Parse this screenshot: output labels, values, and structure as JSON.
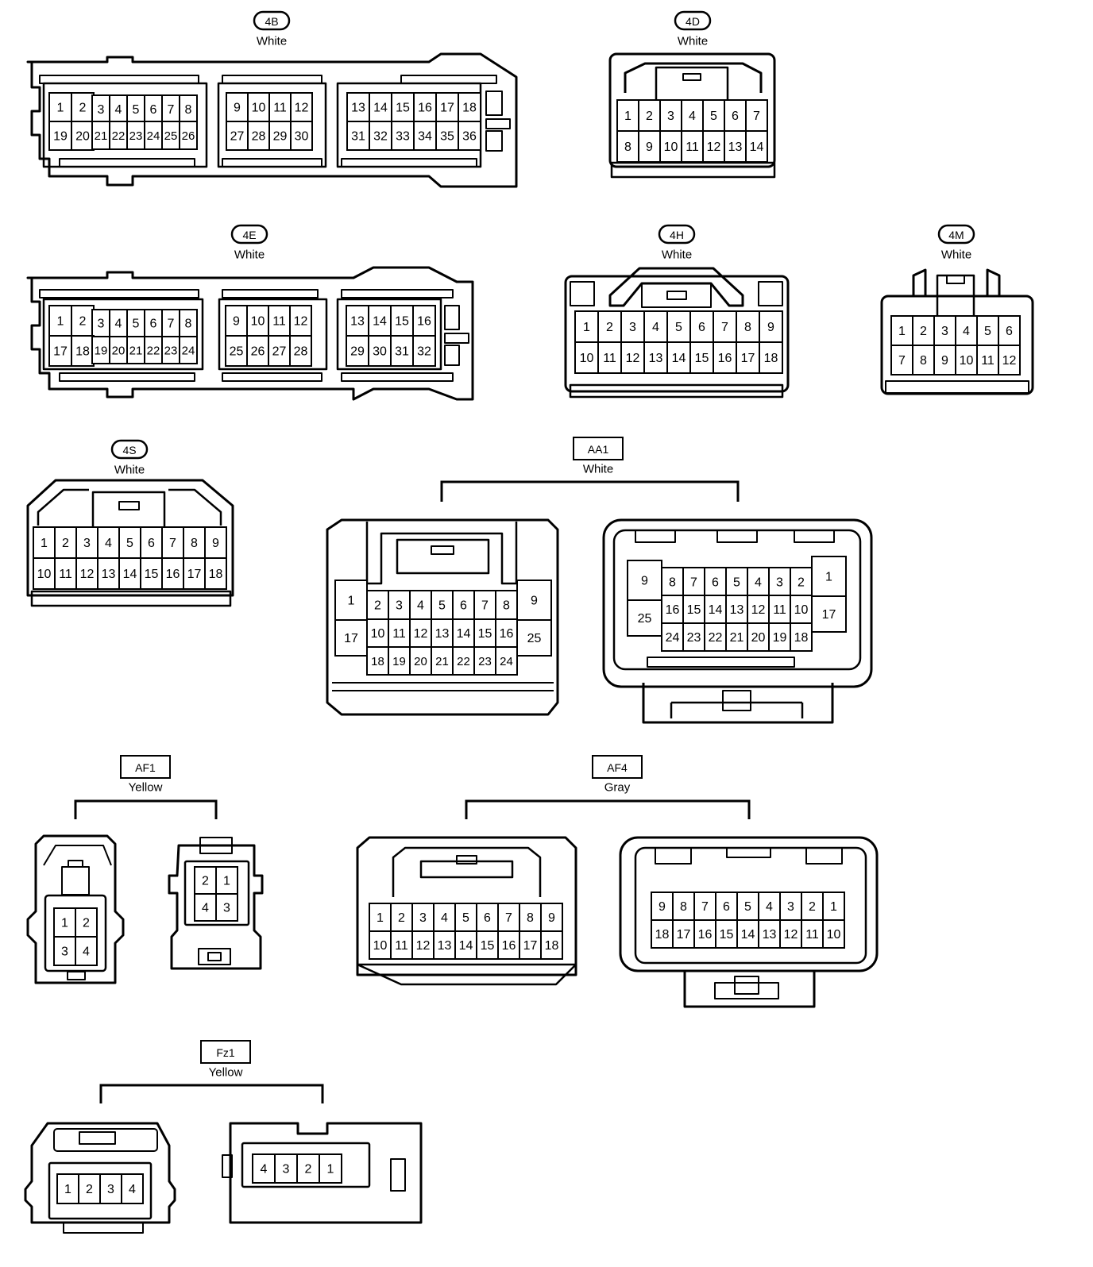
{
  "connectors": [
    {
      "id": "4B",
      "label_style": "oval",
      "color": "White",
      "pins": [
        "1",
        "2",
        "3",
        "4",
        "5",
        "6",
        "7",
        "8",
        "19",
        "20",
        "21",
        "22",
        "23",
        "24",
        "25",
        "26",
        "9",
        "10",
        "11",
        "12",
        "27",
        "28",
        "29",
        "30",
        "13",
        "14",
        "15",
        "16",
        "17",
        "18",
        "31",
        "32",
        "33",
        "34",
        "35",
        "36"
      ]
    },
    {
      "id": "4D",
      "label_style": "oval",
      "color": "White",
      "pins": [
        "1",
        "2",
        "3",
        "4",
        "5",
        "6",
        "7",
        "8",
        "9",
        "10",
        "11",
        "12",
        "13",
        "14"
      ]
    },
    {
      "id": "4E",
      "label_style": "oval",
      "color": "White",
      "pins": [
        "1",
        "2",
        "3",
        "4",
        "5",
        "6",
        "7",
        "8",
        "17",
        "18",
        "19",
        "20",
        "21",
        "22",
        "23",
        "24",
        "9",
        "10",
        "11",
        "12",
        "25",
        "26",
        "27",
        "28",
        "13",
        "14",
        "15",
        "16",
        "29",
        "30",
        "31",
        "32"
      ]
    },
    {
      "id": "4H",
      "label_style": "oval",
      "color": "White",
      "pins": [
        "1",
        "2",
        "3",
        "4",
        "5",
        "6",
        "7",
        "8",
        "9",
        "10",
        "11",
        "12",
        "13",
        "14",
        "15",
        "16",
        "17",
        "18"
      ]
    },
    {
      "id": "4M",
      "label_style": "oval",
      "color": "White",
      "pins": [
        "1",
        "2",
        "3",
        "4",
        "5",
        "6",
        "7",
        "8",
        "9",
        "10",
        "11",
        "12"
      ]
    },
    {
      "id": "4S",
      "label_style": "oval",
      "color": "White",
      "pins": [
        "1",
        "2",
        "3",
        "4",
        "5",
        "6",
        "7",
        "8",
        "9",
        "10",
        "11",
        "12",
        "13",
        "14",
        "15",
        "16",
        "17",
        "18"
      ]
    },
    {
      "id": "AA1",
      "label_style": "box",
      "color": "White",
      "left_pins": [
        "1",
        "17",
        "2",
        "3",
        "4",
        "5",
        "6",
        "7",
        "8",
        "10",
        "11",
        "12",
        "13",
        "14",
        "15",
        "16",
        "18",
        "19",
        "20",
        "21",
        "22",
        "23",
        "24",
        "9",
        "25"
      ],
      "right_pins": [
        "9",
        "25",
        "8",
        "7",
        "6",
        "5",
        "4",
        "3",
        "2",
        "16",
        "15",
        "14",
        "13",
        "12",
        "11",
        "10",
        "24",
        "23",
        "22",
        "21",
        "20",
        "19",
        "18",
        "1",
        "17"
      ]
    },
    {
      "id": "AF1",
      "label_style": "box",
      "color": "Yellow",
      "left_pins": [
        "1",
        "2",
        "3",
        "4"
      ],
      "right_pins": [
        "2",
        "1",
        "4",
        "3"
      ]
    },
    {
      "id": "AF4",
      "label_style": "box",
      "color": "Gray",
      "left_pins": [
        "1",
        "2",
        "3",
        "4",
        "5",
        "6",
        "7",
        "8",
        "9",
        "10",
        "11",
        "12",
        "13",
        "14",
        "15",
        "16",
        "17",
        "18"
      ],
      "right_pins": [
        "9",
        "8",
        "7",
        "6",
        "5",
        "4",
        "3",
        "2",
        "1",
        "18",
        "17",
        "16",
        "15",
        "14",
        "13",
        "12",
        "11",
        "10"
      ]
    },
    {
      "id": "Fz1",
      "label_style": "box",
      "color": "Yellow",
      "left_pins": [
        "1",
        "2",
        "3",
        "4"
      ],
      "right_pins": [
        "4",
        "3",
        "2",
        "1"
      ]
    }
  ]
}
